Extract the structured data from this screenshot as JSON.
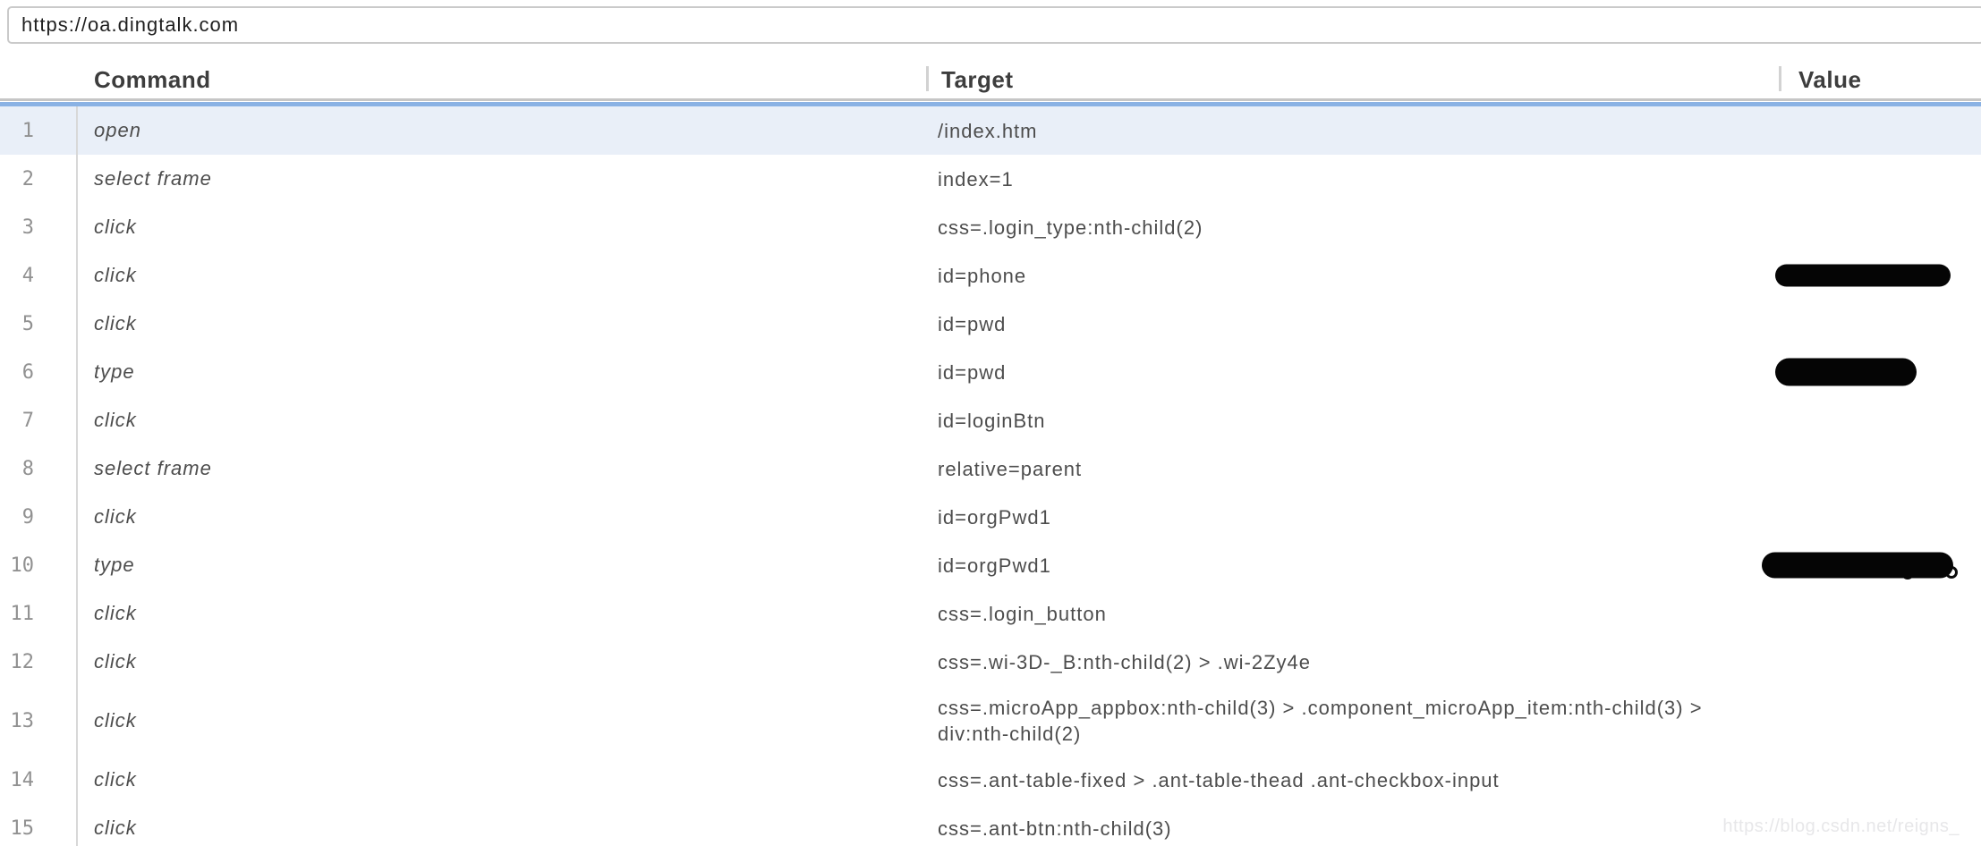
{
  "url_bar": {
    "value": "https://oa.dingtalk.com"
  },
  "table": {
    "headers": [
      "Command",
      "Target",
      "Value"
    ],
    "rows": [
      {
        "num": "1",
        "command": "open",
        "target": "/index.htm",
        "value": "",
        "selected": true,
        "value_redacted": false
      },
      {
        "num": "2",
        "command": "select frame",
        "target": "index=1",
        "value": "",
        "selected": false,
        "value_redacted": false
      },
      {
        "num": "3",
        "command": "click",
        "target": "css=.login_type:nth-child(2)",
        "value": "",
        "selected": false,
        "value_redacted": false
      },
      {
        "num": "4",
        "command": "click",
        "target": "id=phone",
        "value": "",
        "selected": false,
        "value_redacted": true
      },
      {
        "num": "5",
        "command": "click",
        "target": "id=pwd",
        "value": "",
        "selected": false,
        "value_redacted": false
      },
      {
        "num": "6",
        "command": "type",
        "target": "id=pwd",
        "value": "",
        "selected": false,
        "value_redacted": true
      },
      {
        "num": "7",
        "command": "click",
        "target": "id=loginBtn",
        "value": "",
        "selected": false,
        "value_redacted": false
      },
      {
        "num": "8",
        "command": "select frame",
        "target": "relative=parent",
        "value": "",
        "selected": false,
        "value_redacted": false
      },
      {
        "num": "9",
        "command": "click",
        "target": "id=orgPwd1",
        "value": "",
        "selected": false,
        "value_redacted": false
      },
      {
        "num": "10",
        "command": "type",
        "target": "id=orgPwd1",
        "value": "",
        "selected": false,
        "value_redacted": true
      },
      {
        "num": "11",
        "command": "click",
        "target": "css=.login_button",
        "value": "",
        "selected": false,
        "value_redacted": false
      },
      {
        "num": "12",
        "command": "click",
        "target": "css=.wi-3D-_B:nth-child(2) > .wi-2Zy4e",
        "value": "",
        "selected": false,
        "value_redacted": false
      },
      {
        "num": "13",
        "command": "click",
        "target": "css=.microApp_appbox:nth-child(3) > .component_microApp_item:nth-child(3) > div:nth-child(2)",
        "value": "",
        "selected": false,
        "value_redacted": false
      },
      {
        "num": "14",
        "command": "click",
        "target": "css=.ant-table-fixed > .ant-table-thead .ant-checkbox-input",
        "value": "",
        "selected": false,
        "value_redacted": false
      },
      {
        "num": "15",
        "command": "click",
        "target": "css=.ant-btn:nth-child(3)",
        "value": "",
        "selected": false,
        "value_redacted": false
      }
    ]
  },
  "watermark": "https://blog.csdn.net/reigns_",
  "colors": {
    "accent_blue": "#8ab2e4",
    "selected_row_bg": "#e9eff8",
    "redaction": "#050505"
  }
}
